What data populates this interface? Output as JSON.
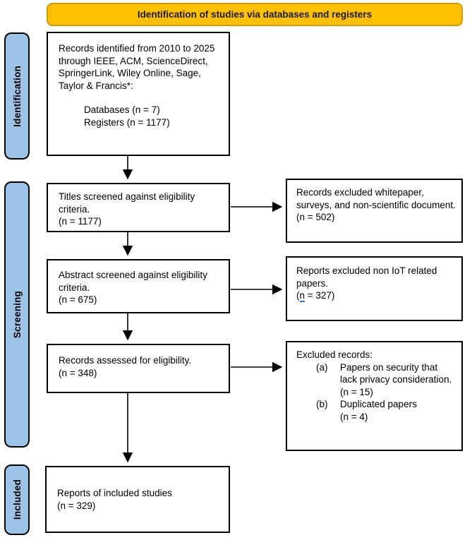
{
  "header": {
    "title": "Identification of studies via databases and registers"
  },
  "colors": {
    "header_fill": "#FFC000",
    "header_border": "#D49B00",
    "stage_fill": "#9DC3E6",
    "box_border": "#000000",
    "grammar_underline": "#2E74B5"
  },
  "stages": {
    "identification": "Identification",
    "screening": "Screening",
    "included": "Included"
  },
  "main_boxes": {
    "identified": {
      "intro": "Records identified from 2010 to 2025 through IEEE, ACM, ScienceDirect, SpringerLink, Wiley Online, Sage, Taylor & Francis*:",
      "databases": "Databases (n = 7)",
      "registers": "Registers (n = 1177)"
    },
    "titles": {
      "text": "Titles screened against eligibility criteria.",
      "count": "(n = 1177)"
    },
    "abstract": {
      "text": "Abstract screened against eligibility criteria.",
      "count": "(n = 675)"
    },
    "assessed": {
      "text": "Records assessed for eligibility.",
      "count": "(n = 348)"
    },
    "included": {
      "text": "Reports of included studies",
      "count": "(n = 329)"
    }
  },
  "exclusion_boxes": {
    "records_excluded": {
      "text": "Records excluded whitepaper, surveys, and non-scientific document.",
      "count": "(n = 502)"
    },
    "reports_excluded": {
      "text": "Reports excluded non IoT related papers.",
      "count_open": "(",
      "count_n": "n",
      "count_rest": " = 327)"
    },
    "excluded_records": {
      "title": "Excluded records:",
      "items": [
        {
          "label": "(a)",
          "text": "Papers on security that lack privacy consideration.",
          "count": "(n = 15)"
        },
        {
          "label": "(b)",
          "text": "Duplicated papers",
          "count": "(n = 4)"
        }
      ]
    }
  }
}
